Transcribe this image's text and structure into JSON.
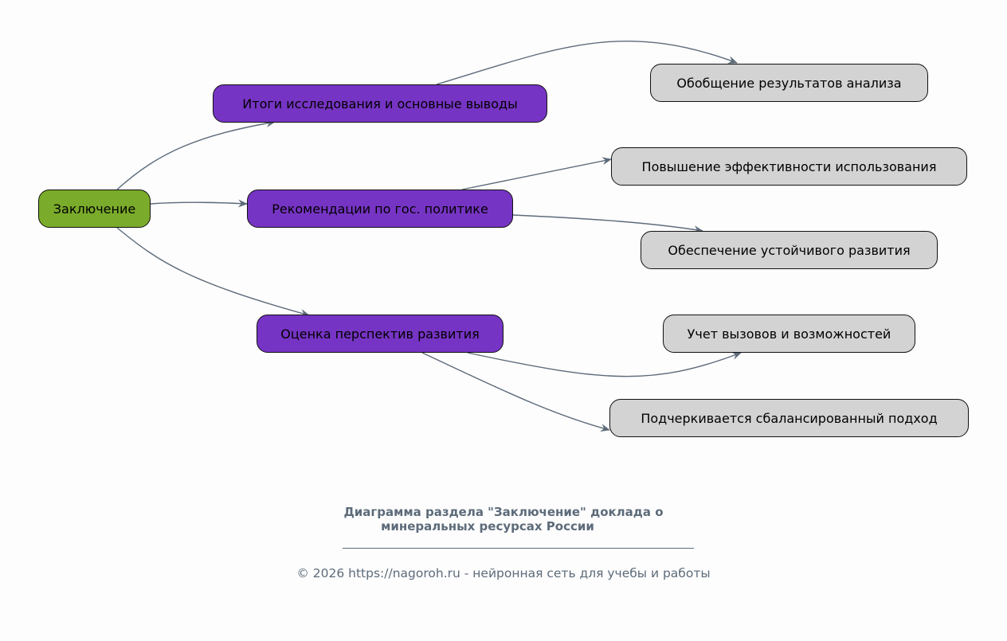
{
  "nodes": {
    "root": "Заключение",
    "summary": "Итоги исследования и основные выводы",
    "policy": "Рекомендации по гос. политике",
    "outlook": "Оценка перспектив развития",
    "generalization": "Обобщение результатов анализа",
    "efficiency": "Повышение эффективности использования",
    "sustainability": "Обеспечение устойчивого развития",
    "challenges": "Учет вызовов и возможностей",
    "balanced": "Подчеркивается сбалансированный подход"
  },
  "caption": {
    "title_line1": "Диаграмма раздела \"Заключение\" доклада о",
    "title_line2": "минеральных ресурсах России",
    "copyright": "© 2026 https://nagoroh.ru - нейронная сеть для учебы и работы"
  },
  "colors": {
    "root": "#7aab2a",
    "mid": "#7634c4",
    "leaf": "#d3d3d3",
    "edge": "#5d6b7a",
    "background": "#fdfdfd"
  }
}
